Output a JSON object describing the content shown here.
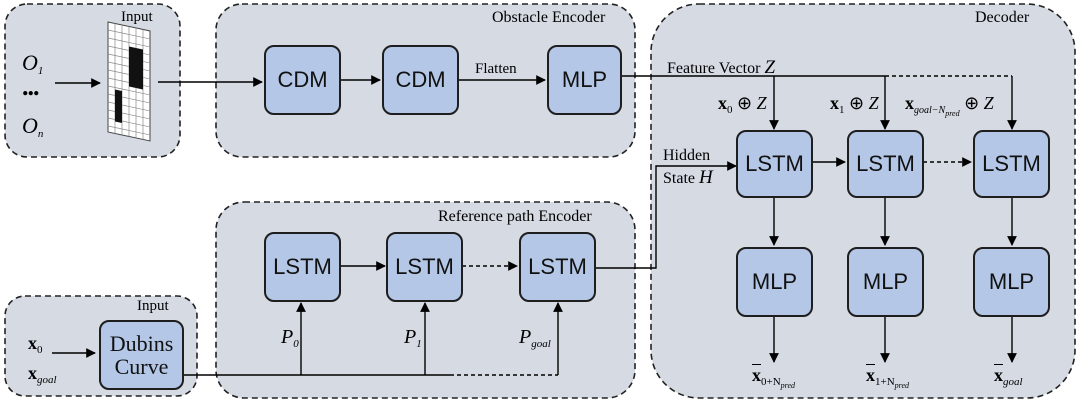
{
  "panels": {
    "input_top": "Input",
    "obstacle_encoder": "Obstacle Encoder",
    "decoder": "Decoder",
    "reference_encoder": "Reference path Encoder",
    "input_bottom": "Input"
  },
  "obstacles": {
    "first": "O",
    "first_sub": "1",
    "dots": "...",
    "last": "O",
    "last_sub": "n"
  },
  "obstacle_blocks": [
    "CDM",
    "CDM",
    "MLP"
  ],
  "edge_labels": {
    "flatten": "Flatten",
    "feature_vector": "Feature Vector",
    "feature_symbol": "Z",
    "hidden_line1": "Hidden",
    "hidden_line2": "State",
    "hidden_symbol": "H"
  },
  "dubins": {
    "line1": "Dubins",
    "line2": "Curve",
    "x0": "x",
    "x0_sub": "0",
    "xgoal": "x",
    "xgoal_sub": "goal"
  },
  "reference_blocks": [
    "LSTM",
    "LSTM",
    "LSTM"
  ],
  "path_inputs": [
    {
      "sym": "P",
      "sub": "0"
    },
    {
      "sym": "P",
      "sub": "1"
    },
    {
      "sym": "P",
      "sub": "goal"
    }
  ],
  "decoder_inputs": [
    {
      "x": "x",
      "sub": "0",
      "op": "⊕",
      "z": "Z"
    },
    {
      "x": "x",
      "sub": "1",
      "op": "⊕",
      "z": "Z"
    },
    {
      "x": "x",
      "sub": "goal−N",
      "subsub": "pred",
      "op": "⊕",
      "z": "Z"
    }
  ],
  "decoder_lstm": [
    "LSTM",
    "LSTM",
    "LSTM"
  ],
  "decoder_mlp": [
    "MLP",
    "MLP",
    "MLP"
  ],
  "decoder_outputs": [
    {
      "x": "x",
      "sub": "0+N",
      "subsub": "pred"
    },
    {
      "x": "x",
      "sub": "1+N",
      "subsub": "pred"
    },
    {
      "x": "x",
      "sub": "goal"
    }
  ]
}
